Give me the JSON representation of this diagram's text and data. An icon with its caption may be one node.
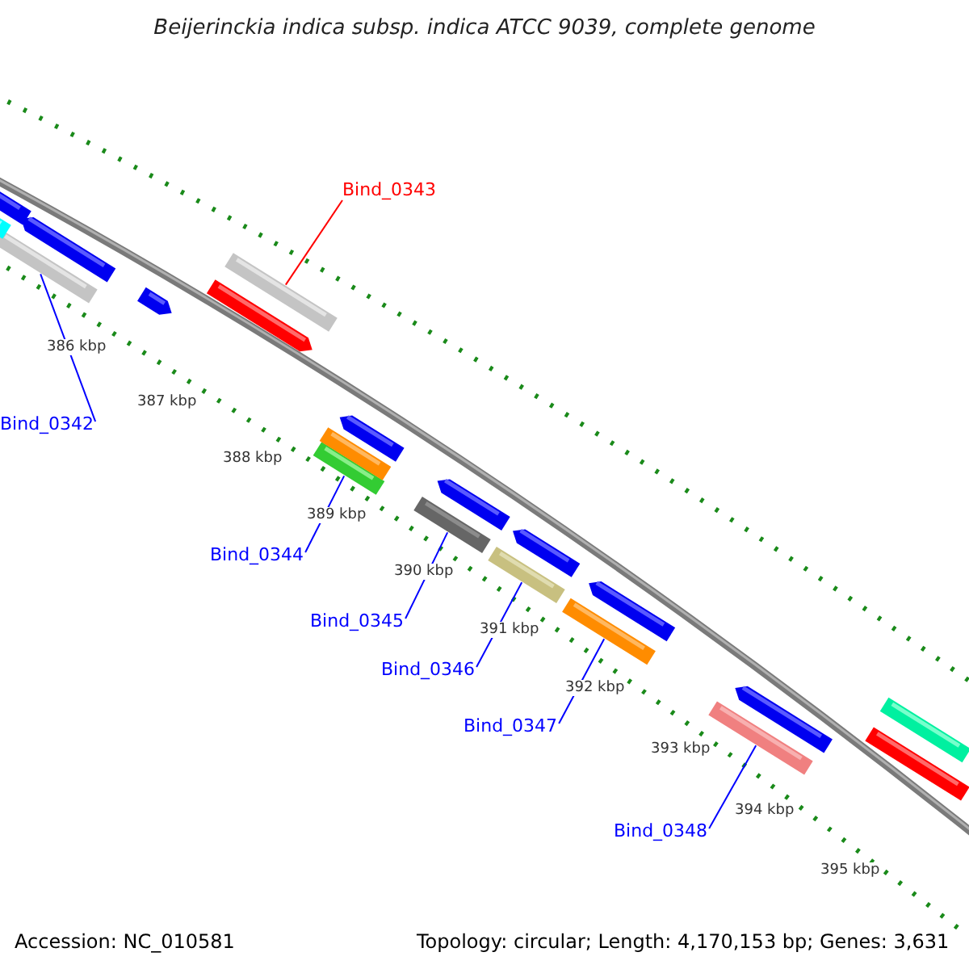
{
  "diagram": {
    "title": "Beijerinckia indica subsp. indica ATCC 9039, complete genome",
    "nodes": [
      {
        "text": [
          "Bind_0343"
        ]
      },
      {
        "text": [],
        "shape": "bar"
      },
      {
        "text": [
          "Bind_0342"
        ]
      },
      {
        "text": [],
        "shape": "bar"
      },
      {
        "text": [
          "Bind_0344"
        ]
      },
      {
        "text": [],
        "shape": "bar"
      },
      {
        "text": [
          "Bind_0345"
        ]
      },
      {
        "text": [],
        "shape": "bar"
      },
      {
        "text": [
          "Bind_0346"
        ]
      },
      {
        "text": [],
        "shape": "bar"
      },
      {
        "text": [
          "Bind_0347"
        ]
      },
      {
        "text": [],
        "shape": "bar"
      },
      {
        "text": [
          "Bind_0348"
        ]
      },
      {
        "text": [],
        "shape": "bar"
      },
      {
        "text": [],
        "shape": "bar"
      },
      {
        "text": [],
        "shape": "bar"
      },
      {
        "text": [],
        "shape": "bar"
      },
      {
        "text": [],
        "shape": "bar"
      },
      {
        "text": [],
        "shape": "bar"
      },
      {
        "text": [],
        "shape": "bar"
      },
      {
        "text": [],
        "shape": "bar"
      },
      {
        "text": [],
        "shape": "bar"
      },
      {
        "text": [],
        "shape": "bar"
      },
      {
        "text": [],
        "shape": "bar"
      },
      {
        "text": [],
        "shape": "bar"
      },
      {
        "text": [],
        "shape": "bar"
      },
      {
        "text": [],
        "shape": "bar"
      }
    ],
    "edges": [
      {
        "from": 0,
        "to": 1,
        "arrow": "none",
        "color": "#ff0000"
      },
      {
        "from": 2,
        "to": 3,
        "arrow": "none"
      },
      {
        "from": 4,
        "to": 5,
        "arrow": "none"
      },
      {
        "from": 6,
        "to": 7,
        "arrow": "none"
      },
      {
        "from": 8,
        "to": 9,
        "arrow": "none"
      },
      {
        "from": 10,
        "to": 11,
        "arrow": "none"
      },
      {
        "from": 12,
        "to": 13,
        "arrow": "none"
      }
    ],
    "labels": [
      "386 kbp",
      "387 kbp",
      "388 kbp",
      "389 kbp",
      "390 kbp",
      "391 kbp",
      "392 kbp",
      "393 kbp",
      "394 kbp",
      "395 kbp",
      "Accession: NC_010581",
      "Topology: circular; Length: 4,170,153 bp; Genes: 3,631"
    ]
  }
}
